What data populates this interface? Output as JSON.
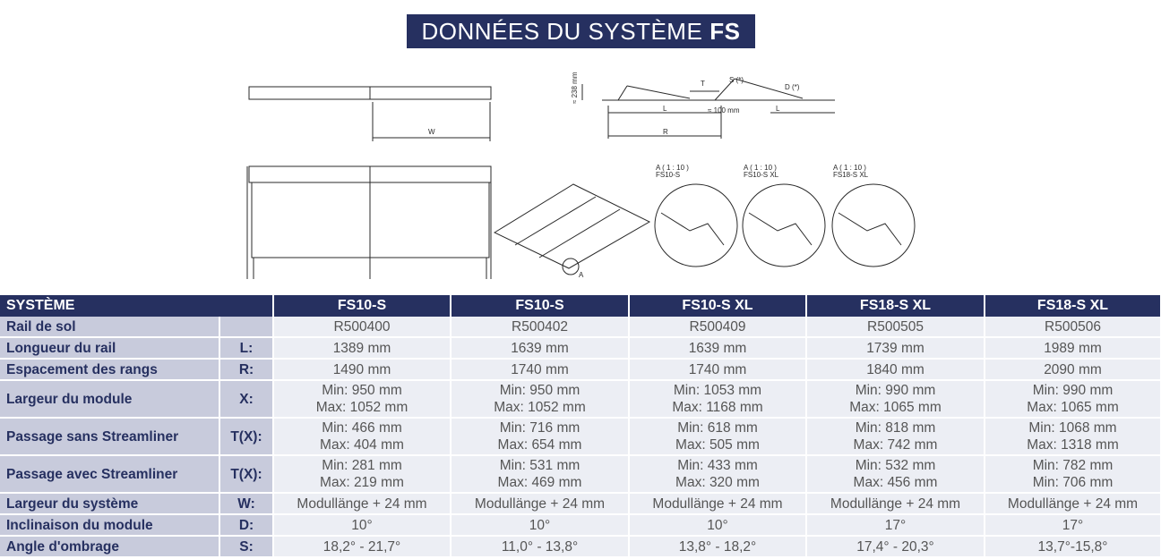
{
  "title": {
    "main": "DONNÉES DU SYSTÈME",
    "bold": "FS"
  },
  "drawings": {
    "side_label_w": "W",
    "profile_labels": {
      "height": "≈ 238 mm",
      "t": "T",
      "s": "S (*)",
      "d": "D (*)",
      "l": "L",
      "gap": "≈ 100 mm",
      "l2": "L",
      "r": "R"
    },
    "iso_label": "A",
    "details": [
      {
        "scale": "A ( 1 : 10 )",
        "model": "FS10-S"
      },
      {
        "scale": "A ( 1 : 10 )",
        "model": "FS10-S XL"
      },
      {
        "scale": "A ( 1 : 10 )",
        "model": "FS18-S XL"
      }
    ]
  },
  "table": {
    "header": {
      "label": "SYSTÈME",
      "columns": [
        "FS10-S",
        "FS10-S",
        "FS10-S XL",
        "FS18-S XL",
        "FS18-S XL"
      ]
    },
    "rows": [
      {
        "label": "Rail de sol",
        "symbol": "",
        "values": [
          [
            "R500400"
          ],
          [
            "R500402"
          ],
          [
            "R500409"
          ],
          [
            "R500505"
          ],
          [
            "R500506"
          ]
        ]
      },
      {
        "label": "Longueur du rail",
        "symbol": "L:",
        "values": [
          [
            "1389 mm"
          ],
          [
            "1639 mm"
          ],
          [
            "1639 mm"
          ],
          [
            "1739 mm"
          ],
          [
            "1989 mm"
          ]
        ]
      },
      {
        "label": "Espacement des rangs",
        "symbol": "R:",
        "values": [
          [
            "1490 mm"
          ],
          [
            "1740 mm"
          ],
          [
            "1740 mm"
          ],
          [
            "1840 mm"
          ],
          [
            "2090 mm"
          ]
        ]
      },
      {
        "label": "Largeur du module",
        "symbol": "X:",
        "values": [
          [
            "Min: 950 mm",
            "Max: 1052 mm"
          ],
          [
            "Min: 950 mm",
            "Max: 1052 mm"
          ],
          [
            "Min: 1053 mm",
            "Max: 1168 mm"
          ],
          [
            "Min: 990 mm",
            "Max: 1065 mm"
          ],
          [
            "Min: 990 mm",
            "Max: 1065 mm"
          ]
        ]
      },
      {
        "label": "Passage sans Streamliner",
        "symbol": "T(X):",
        "values": [
          [
            "Min: 466 mm",
            "Max: 404 mm"
          ],
          [
            "Min: 716 mm",
            "Max: 654 mm"
          ],
          [
            "Min: 618 mm",
            "Max: 505 mm"
          ],
          [
            "Min: 818 mm",
            "Max: 742 mm"
          ],
          [
            "Min: 1068 mm",
            "Max: 1318 mm"
          ]
        ]
      },
      {
        "label": "Passage avec Streamliner",
        "symbol": "T(X):",
        "values": [
          [
            "Min: 281 mm",
            "Max: 219 mm"
          ],
          [
            "Min: 531 mm",
            "Max: 469 mm"
          ],
          [
            "Min: 433 mm",
            "Max: 320 mm"
          ],
          [
            "Min: 532 mm",
            "Max: 456 mm"
          ],
          [
            "Min: 782 mm",
            "Min: 706 mm"
          ]
        ]
      },
      {
        "label": "Largeur du système",
        "symbol": "W:",
        "values": [
          [
            "Modullänge + 24 mm"
          ],
          [
            "Modullänge + 24 mm"
          ],
          [
            "Modullänge + 24 mm"
          ],
          [
            "Modullänge + 24 mm"
          ],
          [
            "Modullänge + 24 mm"
          ]
        ]
      },
      {
        "label": "Inclinaison du module",
        "symbol": "D:",
        "values": [
          [
            "10°"
          ],
          [
            "10°"
          ],
          [
            "10°"
          ],
          [
            "17°"
          ],
          [
            "17°"
          ]
        ]
      },
      {
        "label": "Angle d'ombrage",
        "symbol": "S:",
        "values": [
          [
            "18,2° - 21,7°"
          ],
          [
            "11,0° - 13,8°"
          ],
          [
            "13,8° - 18,2°"
          ],
          [
            "17,4° - 20,3°"
          ],
          [
            "13,7°-15,8°"
          ]
        ]
      }
    ]
  },
  "colors": {
    "navy": "#263060",
    "label_bg": "#c8cbdc",
    "value_bg": "#eceef4"
  }
}
